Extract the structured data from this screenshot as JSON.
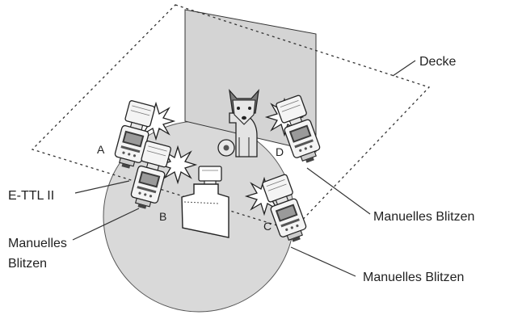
{
  "labels": {
    "ceiling": "Decke",
    "master_mode": "E-TTL II",
    "manual_b": "Manuelles Blitzen",
    "manual_c": "Manuelles Blitzen",
    "manual_d": "Manuelles Blitzen"
  },
  "units": {
    "a": "A",
    "b": "B",
    "c": "C",
    "d": "D"
  },
  "colors": {
    "floor_circle": "#d9d9d9",
    "backdrop": "#d4d4d4",
    "outline": "#222222",
    "flash_body": "#f4f4f4",
    "flash_screen": "#3a3a3a"
  }
}
